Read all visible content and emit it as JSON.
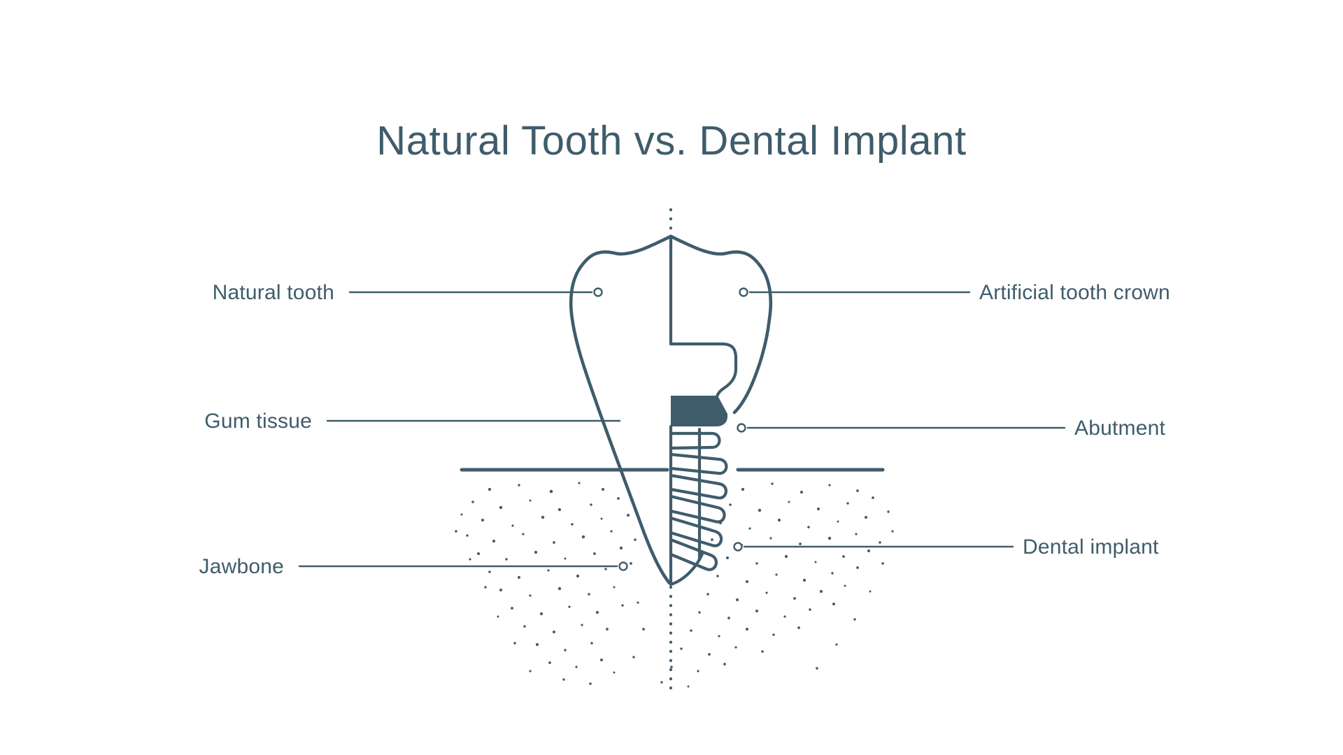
{
  "title": "Natural Tooth vs.  Dental Implant",
  "colors": {
    "ink": "#3f5c6b",
    "background": "#ffffff"
  },
  "labels": {
    "left": [
      {
        "id": "natural-tooth",
        "text": "Natural tooth"
      },
      {
        "id": "gum-tissue",
        "text": "Gum tissue"
      },
      {
        "id": "jawbone",
        "text": "Jawbone"
      }
    ],
    "right": [
      {
        "id": "artificial-tooth-crown",
        "text": "Artificial tooth crown"
      },
      {
        "id": "abutment",
        "text": "Abutment"
      },
      {
        "id": "dental-implant",
        "text": "Dental implant"
      }
    ]
  },
  "illustration": {
    "left_side": "natural tooth cross-section",
    "right_side": "dental implant cross-section",
    "center_axis": "dotted vertical midline",
    "parts": [
      "tooth crown outline",
      "tooth root",
      "crown cavity",
      "abutment band",
      "threaded implant screw",
      "gum line",
      "jawbone stipple"
    ]
  }
}
